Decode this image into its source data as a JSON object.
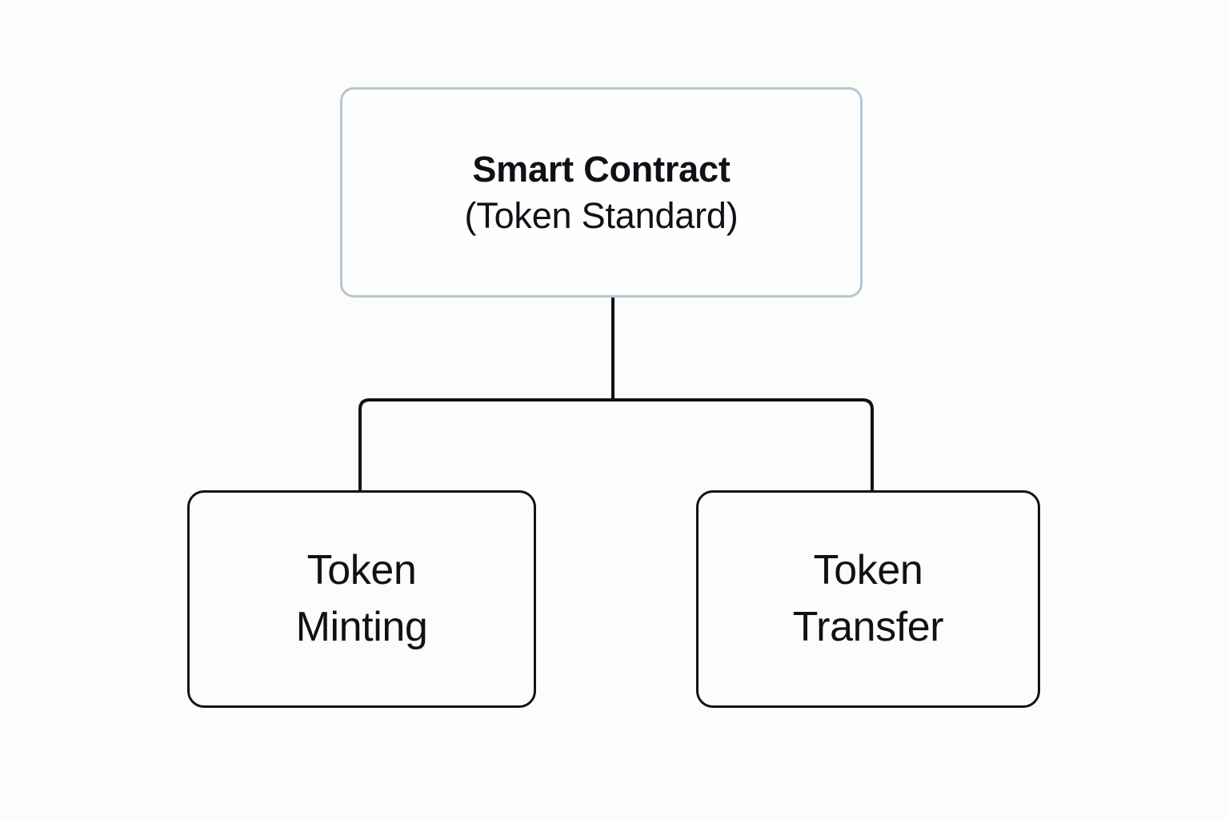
{
  "diagram": {
    "type": "hierarchy-tree",
    "orientation": "top-down",
    "background_color": "#fcfcfa",
    "root": {
      "id": "smart-contract",
      "line_primary": "Smart Contract",
      "line_secondary": "(Token Standard)",
      "border_color": "#b7c5d3",
      "fill_color": "#fdfeff",
      "text_color": "#0f1115"
    },
    "children": [
      {
        "id": "token-minting",
        "line_primary": "Token",
        "line_secondary": "Minting",
        "border_color": "#111318",
        "fill_color": "#fcfcfa",
        "text_color": "#0f1115"
      },
      {
        "id": "token-transfer",
        "line_primary": "Token",
        "line_secondary": "Transfer",
        "border_color": "#111318",
        "fill_color": "#fcfcfa",
        "text_color": "#0f1115"
      }
    ],
    "connector": {
      "color": "#111318",
      "stroke_width": 4,
      "style": "orthogonal-elbow"
    }
  }
}
